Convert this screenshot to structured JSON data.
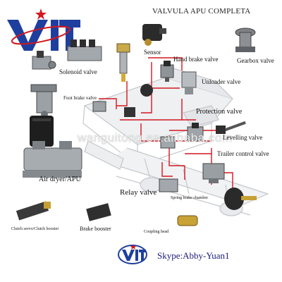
{
  "header": {
    "title": "VALVULA APU COMPLETA"
  },
  "logo": {
    "text": "VIT",
    "colors": {
      "blue": "#1f3f9e",
      "red": "#d4171f"
    }
  },
  "watermark": "wanguitong.en.alibaba.com",
  "labels": {
    "solenoid": "Solenoid valve",
    "sensor": "Sensor",
    "hand_brake": "Hand brake valve",
    "gearbox": "Gearbox valve",
    "foot_brake": "Foot brake valve",
    "unloader": "Unloader valve",
    "protection": "Protection valve",
    "levelling": "Levelling valve",
    "trailer_control": "Trailer control valve",
    "air_dryer": "Air dryer/APU",
    "relay": "Relay valve",
    "spring_brake": "Spring brake chamber",
    "clutch": "Clutch servo/Clutch booster",
    "brake_booster": "Brake booster",
    "coupling": "Coupling head"
  },
  "footer": {
    "skype": "Skype:Abby-Yuan1"
  },
  "colors": {
    "pipe": "#d4171f",
    "truck": "#c9ccd0",
    "metal": "#8e9296",
    "dark": "#2b2b2b"
  }
}
